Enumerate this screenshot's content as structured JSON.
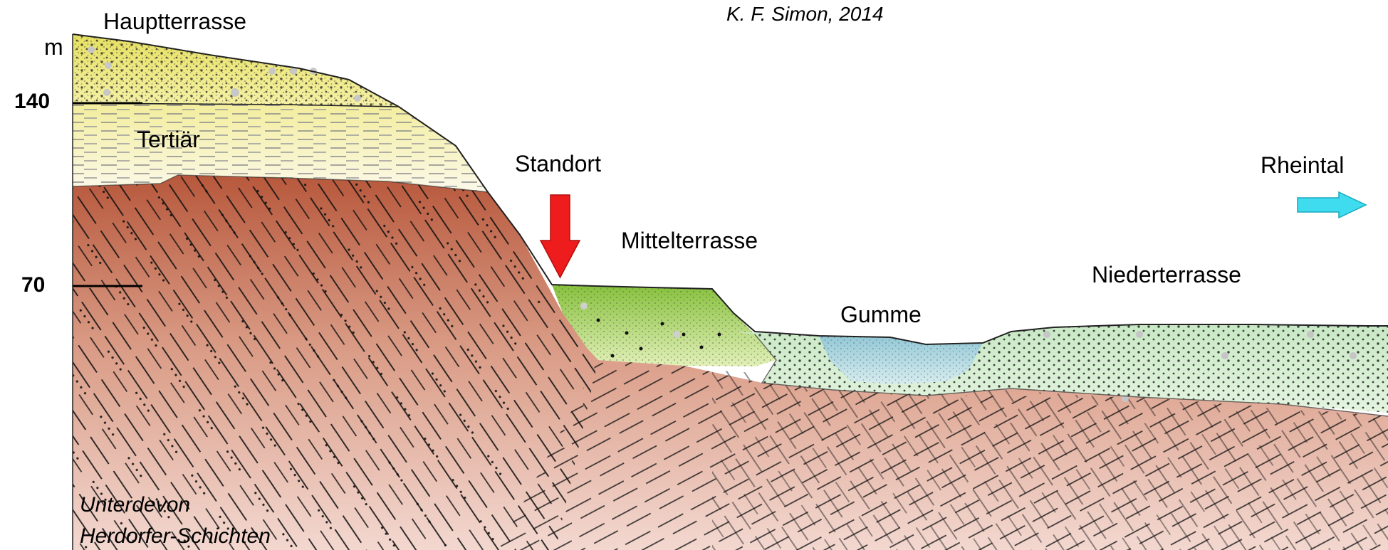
{
  "credit": "K. F. Simon,  2014",
  "axis": {
    "unit": "m",
    "ticks": [
      "140",
      "70"
    ]
  },
  "layers": {
    "hauptterrasse": "Hauptterrasse",
    "tertiaer": "Tertiär",
    "mittelterrasse": "Mittelterrasse",
    "gumme": "Gumme",
    "niederterrasse": "Niederterrasse",
    "bedrock_line1": "Unterdevon",
    "bedrock_line2": "Herdorfer-Schichten"
  },
  "markers": {
    "standort": "Standort",
    "rheintal": "Rheintal"
  },
  "colors": {
    "hauptterrasse": "#eeea7a",
    "tertiaer": "#f6f2c4",
    "bedrock_top": "#b7583c",
    "bedrock_bottom": "#f3d8d0",
    "mittelterrasse": "#9ccc55",
    "gumme": "#a8d4dc",
    "niederterrasse": "#d2ecd0",
    "standort_arrow": "#ee1c1c",
    "rheintal_arrow": "#3fdcf0"
  },
  "icons": {
    "standort_arrow": "down-arrow-icon",
    "rheintal_arrow": "right-arrow-icon"
  }
}
